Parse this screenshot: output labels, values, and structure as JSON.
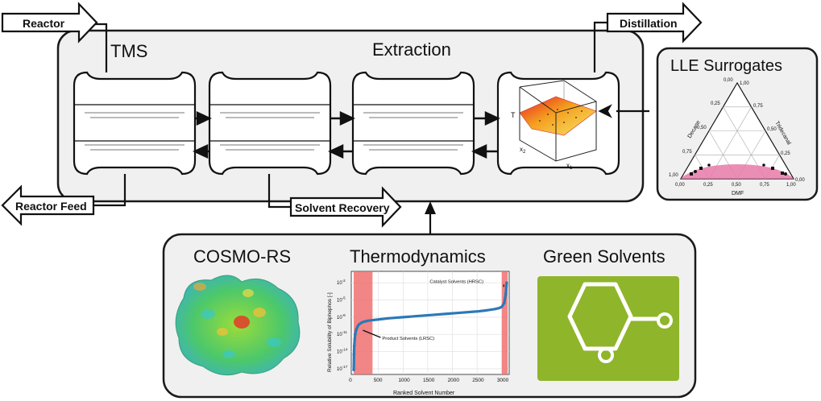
{
  "top_panel": {
    "tms_label": "TMS",
    "extraction_label": "Extraction"
  },
  "arrows": {
    "reactor": "Reactor",
    "distillation": "Distillation",
    "reactor_feed": "Reactor Feed",
    "solvent_recovery": "Solvent Recovery"
  },
  "phase_diagram": {
    "t_label": "T",
    "x2_label": "x",
    "x2_sub": "2",
    "x1_label": "x",
    "x1_sub": "1"
  },
  "lle_panel": {
    "title": "LLE Surrogates",
    "left_axis": "Decane",
    "right_axis": "Tridecanal",
    "bottom_axis": "DMF",
    "top_ticks": [
      "0,00",
      "1,00"
    ],
    "left_ticks": [
      "0,25",
      "0,50",
      "0,75",
      "1,00"
    ],
    "right_ticks": [
      "0,75",
      "0,50",
      "0,25",
      "0,00"
    ],
    "bottom_ticks": [
      "0,00",
      "0,25",
      "0,50",
      "0,75",
      "1,00"
    ]
  },
  "bottom_panel": {
    "cosmo_title": "COSMO-RS",
    "thermo_title": "Thermodynamics",
    "green_title": "Green Solvents"
  },
  "chart_data": {
    "type": "scatter",
    "title": "",
    "xlabel": "Ranked Solvent Number",
    "ylabel": "Relative Solubility of Biphephos [-]",
    "x_ticks": [
      "0",
      "500",
      "1000",
      "1500",
      "2000",
      "2500",
      "3000"
    ],
    "y_ticks": [
      "10^-17",
      "10^-14",
      "10^-11",
      "10^-8",
      "10^-5",
      "10^-2"
    ],
    "xlim": [
      -50,
      3150
    ],
    "ylim_log10": [
      -18,
      0
    ],
    "grid": true,
    "highlight_regions": [
      {
        "name": "Product Solvents (LRSC)",
        "x": [
          0,
          380
        ],
        "color": "#f07070"
      },
      {
        "name": "Catalyst Solvents (HRSC)",
        "x": [
          3000,
          3120
        ],
        "color": "#f07070"
      }
    ],
    "annotations": [
      {
        "text": "Product Solvents (LRSC)",
        "x": 120,
        "log10_y": -10
      },
      {
        "text": "Catalyst Solvents (HRSC)",
        "x": 3090,
        "log10_y": -3
      }
    ],
    "series": [
      {
        "x": [
          0,
          5,
          10,
          20,
          30,
          50,
          80,
          100,
          150,
          200,
          300,
          400,
          500,
          700,
          1000,
          1300,
          1600,
          1900,
          2200,
          2500,
          2700,
          2850,
          2950,
          3000,
          3050,
          3080,
          3100
        ],
        "log10_y": [
          -17.2,
          -14.5,
          -13.0,
          -11.8,
          -11.0,
          -10.2,
          -9.6,
          -9.3,
          -9.0,
          -8.8,
          -8.6,
          -8.5,
          -8.4,
          -8.2,
          -8.0,
          -7.8,
          -7.6,
          -7.4,
          -7.2,
          -7.0,
          -6.8,
          -6.6,
          -6.4,
          -6.2,
          -5.5,
          -4.0,
          -2.0
        ],
        "color": "#2c78b8"
      }
    ]
  },
  "colors": {
    "panel_fill": "#f0f0f0",
    "panel_stroke": "#1a1a1a",
    "green_bg": "#8fb52a",
    "lle_region": "#e77aa8"
  }
}
